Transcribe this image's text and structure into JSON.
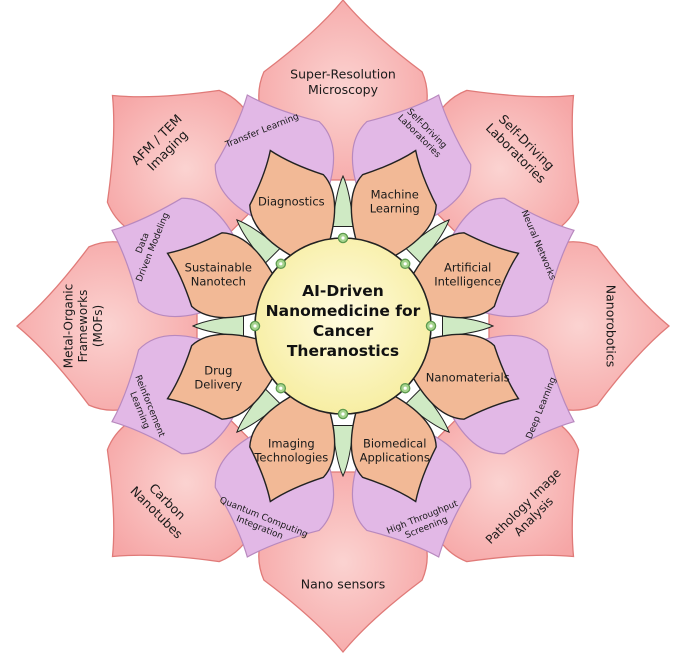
{
  "center": {
    "lines": [
      "AI-Driven",
      "Nanomedicine for",
      "Cancer",
      "Theranostics"
    ]
  },
  "colors": {
    "outer_fill": "#f6a6a6",
    "outer_light": "#fbd3d1",
    "outer_stroke": "#e07a78",
    "middle_fill": "#e2b8e6",
    "middle_stroke": "#b889be",
    "inner_fill": "#f2b996",
    "inner_stroke": "#222222",
    "gap_fill": "#cfeac4",
    "center_fill": "#fbf4b8",
    "center_stroke": "#222222",
    "dot_fill": "#a6d48f",
    "dot_stroke": "#5d9a4e"
  },
  "outer_petals": [
    {
      "lines": [
        "Super-Resolution",
        "Microscopy"
      ]
    },
    {
      "lines": [
        "Self-Driving",
        "Laboratories"
      ]
    },
    {
      "lines": [
        "Nanorobotics"
      ]
    },
    {
      "lines": [
        "Pathology Image",
        "Analysis"
      ]
    },
    {
      "lines": [
        "Nano sensors"
      ]
    },
    {
      "lines": [
        "Carbon",
        "Nanotubes"
      ]
    },
    {
      "lines": [
        "Metal-Organic",
        "Frameworks",
        "(MOFs)"
      ]
    },
    {
      "lines": [
        "AFM / TEM",
        "Imaging"
      ]
    }
  ],
  "middle_petals": [
    {
      "lines": [
        "Self-Driving",
        "Laboratories"
      ]
    },
    {
      "lines": [
        "Neural Networks"
      ]
    },
    {
      "lines": [
        "Deep Learning"
      ]
    },
    {
      "lines": [
        "High Throughput",
        "Screening"
      ]
    },
    {
      "lines": [
        "Quantum Computing",
        "Integration"
      ]
    },
    {
      "lines": [
        "Reinforcement",
        "Learning"
      ]
    },
    {
      "lines": [
        "Data",
        "Driven Modeling"
      ]
    },
    {
      "lines": [
        "Transfer Learning"
      ]
    }
  ],
  "inner_petals": [
    {
      "lines": [
        "Machine",
        "Learning"
      ]
    },
    {
      "lines": [
        "Artificial",
        "Intelligence"
      ]
    },
    {
      "lines": [
        "Nanomaterials"
      ]
    },
    {
      "lines": [
        "Biomedical",
        "Applications"
      ]
    },
    {
      "lines": [
        "Imaging",
        "Technologies"
      ]
    },
    {
      "lines": [
        "Drug",
        "Delivery"
      ]
    },
    {
      "lines": [
        "Sustainable",
        "Nanotech"
      ]
    },
    {
      "lines": [
        "Diagnostics"
      ]
    }
  ]
}
